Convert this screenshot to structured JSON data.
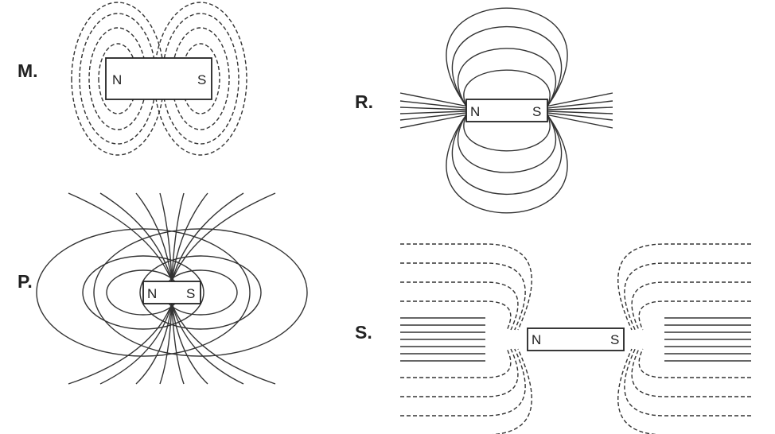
{
  "diagrams": {
    "M": {
      "label": "M.",
      "north": "N",
      "south": "S"
    },
    "R": {
      "label": "R.",
      "north": "N",
      "south": "S"
    },
    "P": {
      "label": "P.",
      "north": "N",
      "south": "S"
    },
    "S": {
      "label": "S.",
      "north": "N",
      "south": "S"
    }
  },
  "line_color": "#333333"
}
